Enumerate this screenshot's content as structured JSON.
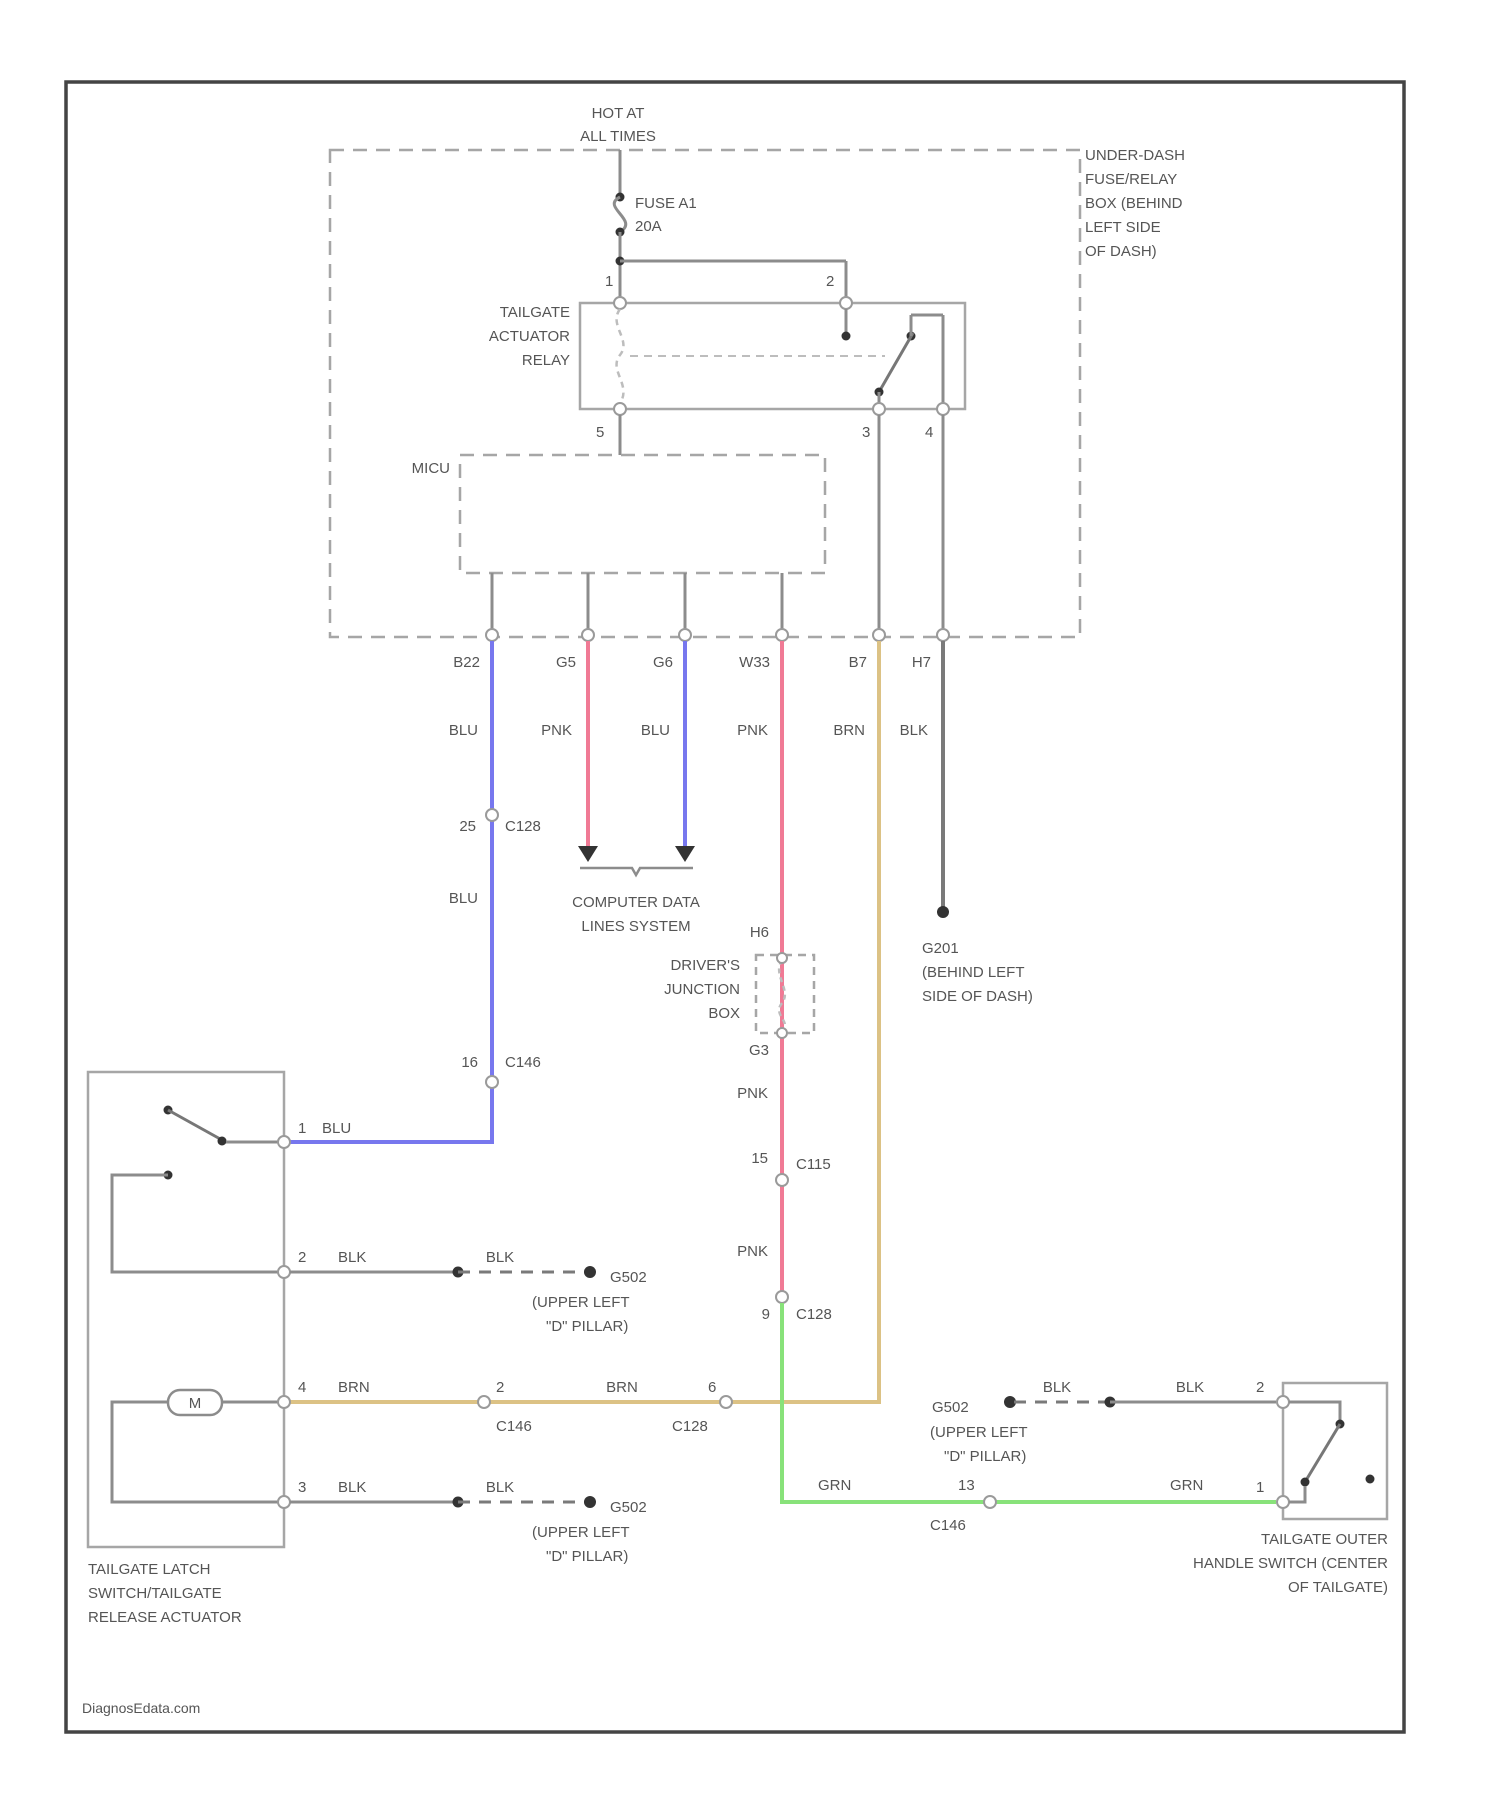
{
  "colors": {
    "frame": "#444444",
    "wire_gray": "#8c8c8c",
    "wire_blu": "#7777ee",
    "wire_pnk": "#f07a95",
    "wire_brn": "#dcc285",
    "wire_grn": "#88e27a",
    "wire_blk": "#7a7a7a",
    "text": "#555555"
  },
  "power": {
    "hot_line1": "HOT AT",
    "hot_line2": "ALL TIMES"
  },
  "fuse": {
    "name": "FUSE A1",
    "rating": "20A"
  },
  "fuse_box": {
    "lines": [
      "UNDER-DASH",
      "FUSE/RELAY",
      "BOX (BEHIND",
      "LEFT SIDE",
      "OF DASH)"
    ]
  },
  "relay": {
    "lines": [
      "TAILGATE",
      "ACTUATOR",
      "RELAY"
    ],
    "pins": {
      "p1": "1",
      "p2": "2",
      "p3": "3",
      "p4": "4",
      "p5": "5"
    }
  },
  "mcu": {
    "label": "MICU"
  },
  "connector_pins": {
    "p1": "B22",
    "p2": "G5",
    "p3": "G6",
    "p4": "W33",
    "p5": "B7",
    "p6": "H7"
  },
  "wire_colors": {
    "w1": "BLU",
    "w2": "PNK",
    "w3": "BLU",
    "w4": "PNK",
    "w5": "BRN",
    "w6": "BLK"
  },
  "c128_top": {
    "pin": "25",
    "name": "C128"
  },
  "blu_below": "BLU",
  "computer_data": {
    "line1": "COMPUTER DATA",
    "line2": "LINES SYSTEM"
  },
  "g201": {
    "name": "G201",
    "line1": "(BEHIND LEFT",
    "line2": "SIDE OF DASH)"
  },
  "junction_box": {
    "lines": [
      "DRIVER'S",
      "JUNCTION",
      "BOX"
    ],
    "pin_top": "H6",
    "pin_bottom": "G3"
  },
  "pnk_labels": {
    "after_jb": "PNK",
    "after_c115": "PNK"
  },
  "c115": {
    "pin": "15",
    "name": "C115"
  },
  "c128_mid": {
    "pin": "9",
    "name": "C128"
  },
  "c146_blu": {
    "pin": "16",
    "name": "C146"
  },
  "latch": {
    "pin1": "1",
    "wire1": "BLU",
    "pin2": "2",
    "wire2": "BLK",
    "pin4": "4",
    "wire4": "BRN",
    "pin3": "3",
    "wire3": "BLK",
    "motor": "M",
    "lines": [
      "TAILGATE LATCH",
      "SWITCH/TAILGATE",
      "RELEASE ACTUATOR"
    ]
  },
  "ground_a": {
    "wire": "BLK",
    "name": "G502",
    "line1": "(UPPER LEFT",
    "line2": "\"D\" PILLAR)"
  },
  "ground_b": {
    "wire": "BLK",
    "name": "G502",
    "line1": "(UPPER LEFT",
    "line2": "\"D\" PILLAR)"
  },
  "ground_c": {
    "name": "G502",
    "line1": "(UPPER LEFT",
    "line2": "\"D\" PILLAR)",
    "wire1": "BLK",
    "wire2": "BLK"
  },
  "brn_run": {
    "c146_pin": "2",
    "c146_name": "C146",
    "wire": "BRN",
    "c128_pin": "6",
    "c128_name": "C128"
  },
  "grn_run": {
    "wire1": "GRN",
    "c146_pin": "13",
    "c146_name": "C146",
    "wire2": "GRN"
  },
  "outer_switch": {
    "pin2": "2",
    "pin1": "1",
    "lines": [
      "TAILGATE OUTER",
      "HANDLE SWITCH (CENTER",
      "OF TAILGATE)"
    ]
  },
  "footer": {
    "brand": "DiagnosEdata.com"
  }
}
